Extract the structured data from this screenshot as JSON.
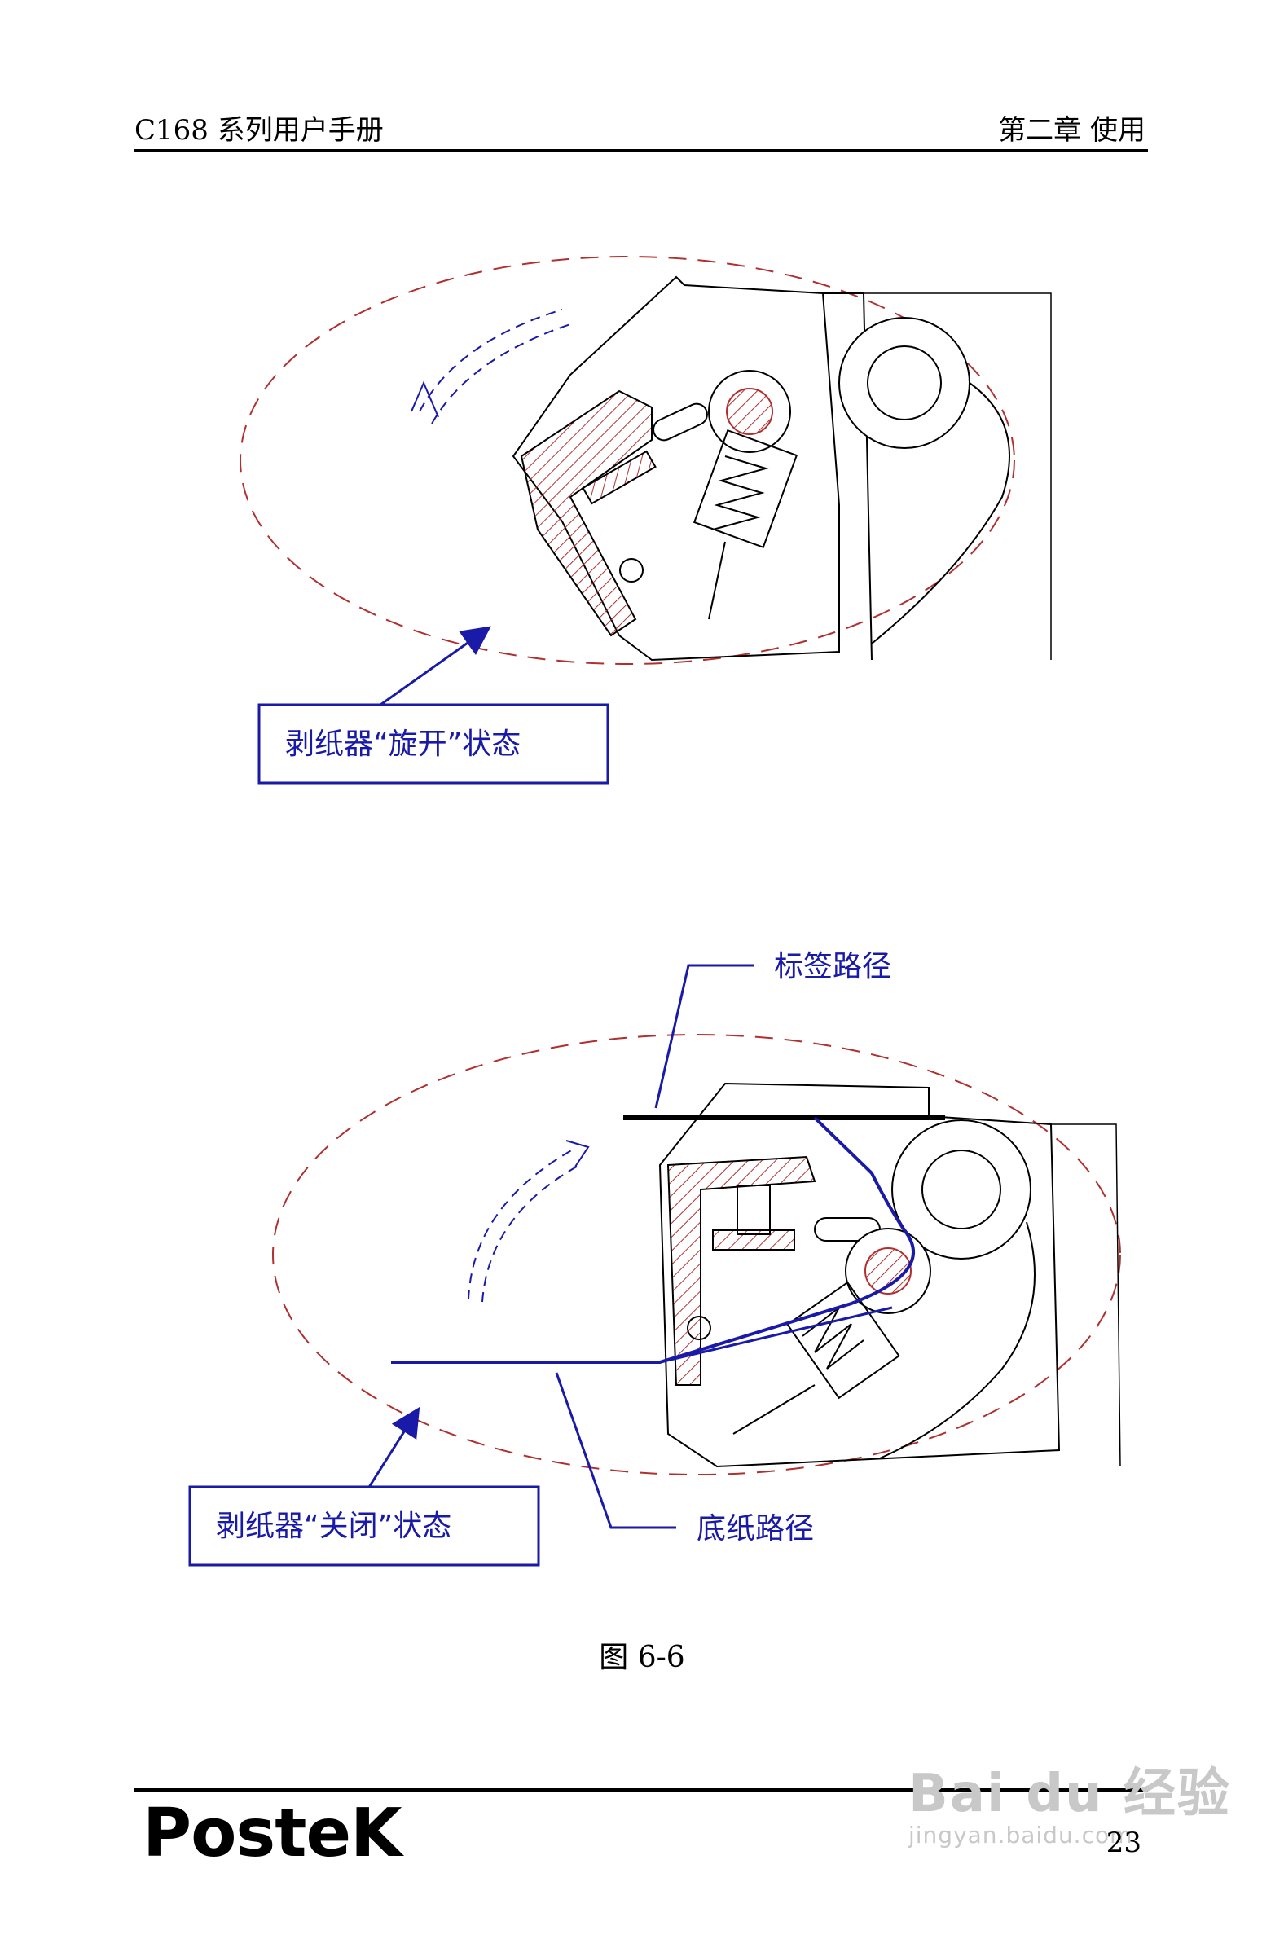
{
  "header": {
    "left": "C168 系列用户手册",
    "right": "第二章  使用"
  },
  "figure1": {
    "callout": "剥纸器“旋开”状态"
  },
  "figure2": {
    "callout": "剥纸器“关闭”状态",
    "label_path_top": "标签路径",
    "label_path_bottom": "底纸路径"
  },
  "caption": "图 6-6",
  "footer": {
    "logo": "PosteK",
    "page_number": "23"
  },
  "watermark": {
    "brand": "Bai du 经验",
    "url": "jingyan.baidu.com"
  },
  "colors": {
    "callout_blue": "#1a1aa8",
    "hatch_red": "#b03030",
    "line_black": "#000000"
  }
}
